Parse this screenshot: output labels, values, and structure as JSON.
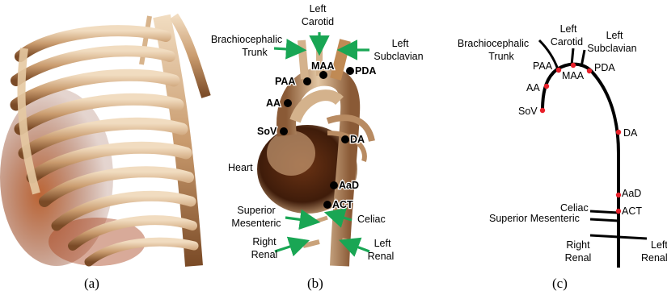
{
  "panels": {
    "a": {
      "caption": "(a)"
    },
    "b": {
      "caption": "(b)",
      "labels": {
        "left_carotid_1": "Left",
        "left_carotid_2": "Carotid",
        "brachio_1": "Brachiocephalic",
        "brachio_2": "Trunk",
        "left_subclavian_1": "Left",
        "left_subclavian_2": "Subclavian",
        "heart": "Heart",
        "sup_mes_1": "Superior",
        "sup_mes_2": "Mesenteric",
        "celiac": "Celiac",
        "right_renal_1": "Right",
        "right_renal_2": "Renal",
        "left_renal_1": "Left",
        "left_renal_2": "Renal"
      },
      "points": {
        "maa": "MAA",
        "paa": "PAA",
        "pda": "PDA",
        "aa": "AA",
        "sov": "SoV",
        "da": "DA",
        "aad": "AaD",
        "act": "ACT"
      }
    },
    "c": {
      "caption": "(c)",
      "labels": {
        "brachio_1": "Brachiocephalic",
        "brachio_2": "Trunk",
        "left_carotid_1": "Left",
        "left_carotid_2": "Carotid",
        "left_subclavian_1": "Left",
        "left_subclavian_2": "Subclavian",
        "paa": "PAA",
        "maa": "MAA",
        "pda": "PDA",
        "aa": "AA",
        "sov": "SoV",
        "da": "DA",
        "aad": "AaD",
        "celiac": "Celiac",
        "act": "ACT",
        "sup_mes": "Superior Mesenteric",
        "right_renal_1": "Right",
        "right_renal_2": "Renal",
        "left_renal_1": "Left",
        "left_renal_2": "Renal"
      }
    }
  },
  "colors": {
    "arrow": "#19a654",
    "point_red": "#e8202a",
    "bone": "#c9a27a",
    "bone_dark": "#7a4a26",
    "rust": "#a9431c"
  }
}
